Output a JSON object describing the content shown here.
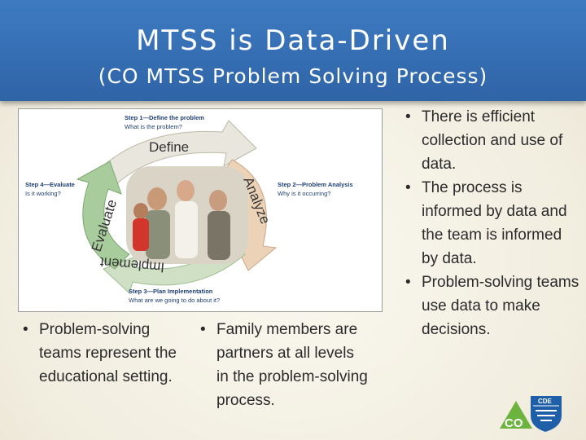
{
  "slide": {
    "title": "MTSS is Data-Driven",
    "subtitle": "(CO MTSS Problem Solving Process)"
  },
  "diagram": {
    "step1_heading": "Step 1—Define the problem",
    "step1_question": "What is the problem?",
    "step2_heading": "Step 2—Problem Analysis",
    "step2_question": "Why is it occurring?",
    "step3_heading": "Step 3—Plan Implementation",
    "step3_question": "What are we going to do about it?",
    "step4_heading": "Step 4—Evaluate",
    "step4_question": "Is it working?",
    "arrow_define": "Define",
    "arrow_analyze": "Analyze",
    "arrow_implement": "Implement",
    "arrow_evaluate": "Evaluate",
    "colors": {
      "define": "#e8e6dd",
      "analyze": "#ecd3b8",
      "implement": "#cfe0c4",
      "evaluate": "#a8cc9c",
      "step_text": "#1f3f73"
    }
  },
  "bullets_left": [
    "Problem-solving teams represent the educational setting."
  ],
  "bullets_mid": [
    "Family members are partners at all levels in the problem-solving process."
  ],
  "bullets_right": [
    "There is efficient collection and use of data.",
    "The process is informed by data and the team is informed by data.",
    "Problem-solving teams use data to make decisions."
  ],
  "logo": {
    "top_text": "CDE",
    "bottom_text": "CO",
    "colors": {
      "mountain": "#6cb33f",
      "shield": "#1f5fa8"
    }
  }
}
